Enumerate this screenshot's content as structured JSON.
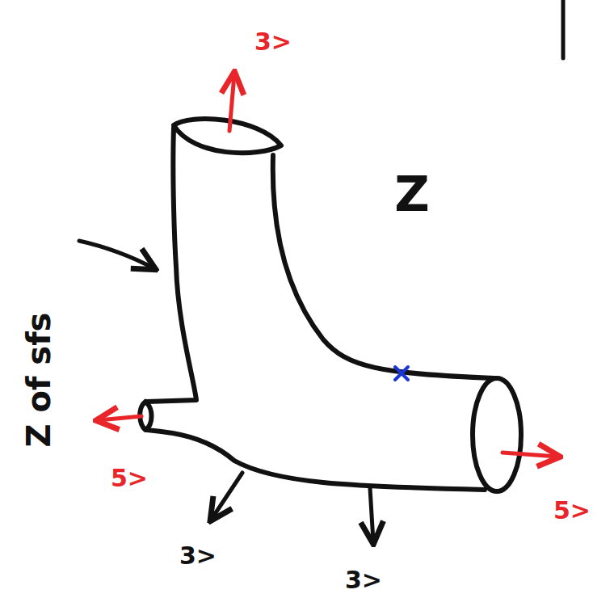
{
  "diagram": {
    "labels": [
      "3>",
      "5>",
      "5>",
      "3>",
      "3>",
      "Z of sfs",
      "Z"
    ]
  }
}
